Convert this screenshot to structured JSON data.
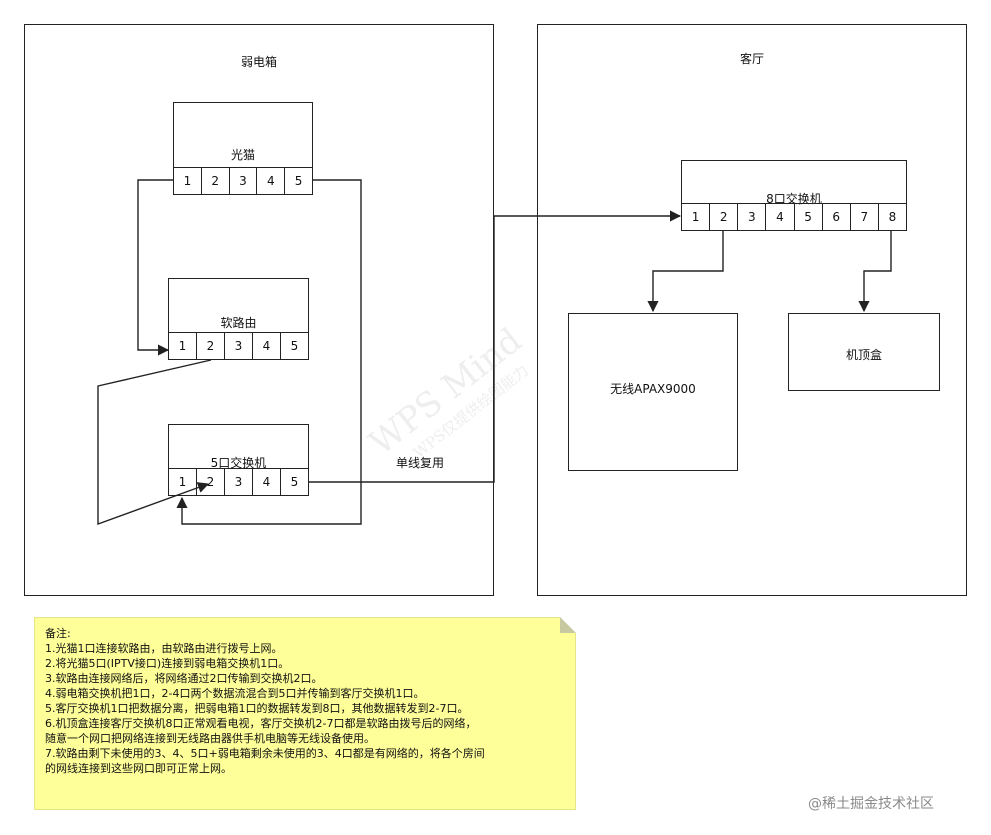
{
  "panels": {
    "left_title": "弱电箱",
    "right_title": "客厅"
  },
  "devices": {
    "optical_modem": {
      "label": "光猫",
      "ports": [
        "1",
        "2",
        "3",
        "4",
        "5"
      ]
    },
    "soft_router": {
      "label": "软路由",
      "ports": [
        "1",
        "2",
        "3",
        "4",
        "5"
      ]
    },
    "switch5": {
      "label": "5口交换机",
      "ports": [
        "1",
        "2",
        "3",
        "4",
        "5"
      ]
    },
    "switch8": {
      "label": "8口交换机",
      "ports": [
        "1",
        "2",
        "3",
        "4",
        "5",
        "6",
        "7",
        "8"
      ]
    },
    "wireless": {
      "label": "无线APAX9000"
    },
    "settop": {
      "label": "机顶盒"
    }
  },
  "link_label": "单线复用",
  "notes": {
    "heading": "备注:",
    "lines": [
      "1.光猫1口连接软路由，由软路由进行拨号上网。",
      "2.将光猫5口(IPTV接口)连接到弱电箱交换机1口。",
      "3.软路由连接网络后，将网络通过2口传输到交换机2口。",
      "4.弱电箱交换机把1口，2-4口两个数据流混合到5口并传输到客厅交换机1口。",
      "5.客厅交换机1口把数据分离，把弱电箱1口的数据转发到8口，其他数据转发到2-7口。",
      "6.机顶盒连接客厅交换机8口正常观看电视，客厅交换机2-7口都是软路由拨号后的网络，",
      "随意一个网口把网络连接到无线路由器供手机电脑等无线设备使用。",
      "7.软路由剩下未使用的3、4、5口+弱电箱剩余未使用的3、4口都是有网络的，将各个房间",
      "的网线连接到这些网口即可正常上网。"
    ]
  },
  "watermark": {
    "line1": "WPS Mind",
    "line2": "WPS仅提供绘图能力"
  },
  "credit": "@稀土掘金技术社区"
}
